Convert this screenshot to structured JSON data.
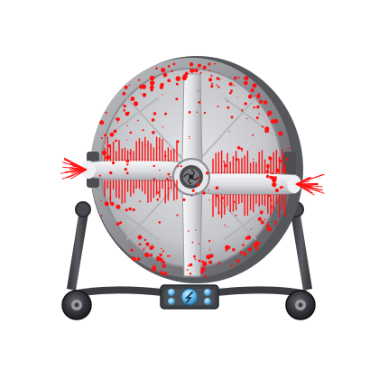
{
  "scene": {
    "subject": "drum-fan",
    "state": "spinning",
    "effect": "red-splatter",
    "colors": {
      "background": "#ffffff",
      "housing_metal": "#a9aaae",
      "housing_dark": "#5e6064",
      "blade_light": "#f2f3f5",
      "blade_mid": "#b9bbbf",
      "stand": "#3a3c40",
      "wheel": "#2b2d31",
      "control_panel": "#3e4247",
      "control_button": "#67b7e6",
      "splatter": "#ff1111"
    },
    "icons": {
      "hub": "fan-hub-icon",
      "power": "power-button-icon"
    }
  }
}
